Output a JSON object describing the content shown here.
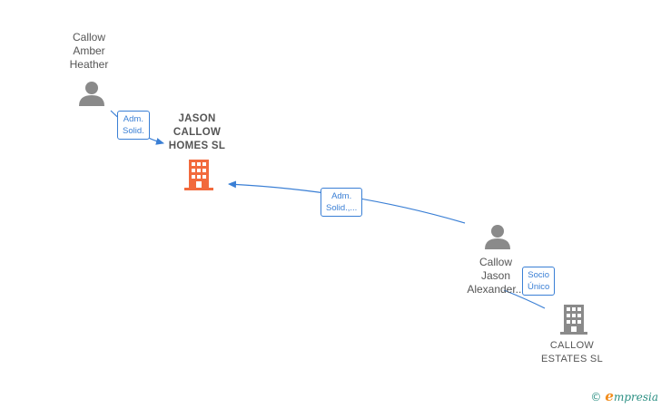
{
  "nodes": {
    "amber": {
      "lines": [
        "Callow",
        "Amber",
        "Heather"
      ]
    },
    "jason_homes": {
      "lines": [
        "JASON",
        "CALLOW",
        "HOMES  SL"
      ]
    },
    "jason_alexander": {
      "lines": [
        "Callow",
        "Jason",
        "Alexander..."
      ]
    },
    "estates": {
      "lines": [
        "CALLOW",
        "ESTATES  SL"
      ]
    }
  },
  "edges": {
    "amber_to_homes": {
      "lines": [
        "Adm.",
        "Solid."
      ]
    },
    "alexander_to_homes": {
      "lines": [
        "Adm.",
        "Solid.,..."
      ]
    },
    "alexander_to_estates": {
      "lines": [
        "Socio",
        "Único"
      ]
    }
  },
  "brand": {
    "copyright": "©",
    "first_letter": "e",
    "rest": "mpresia"
  },
  "colors": {
    "edge": "#3a7fd5",
    "person_icon": "#8a8a8a",
    "company_main": "#f26a3d",
    "company_other": "#8a8a8a"
  }
}
